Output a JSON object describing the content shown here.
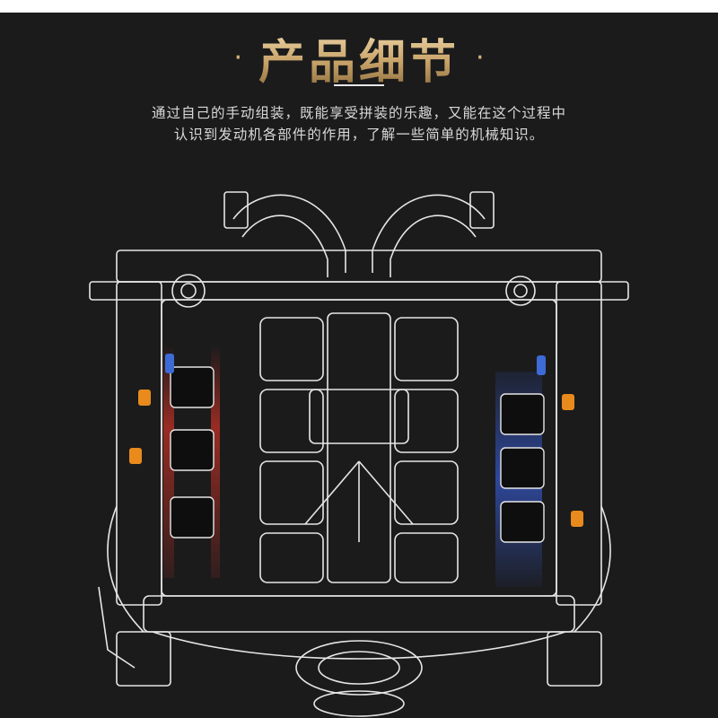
{
  "header": {
    "title": "产品细节",
    "dot_left": "·",
    "dot_right": "·"
  },
  "description": {
    "line1": "通过自己的手动组装，既能享受拼装的乐趣，又能在这个过程中",
    "line2": "认识到发动机各部件的作用，了解一些简单的机械知识。"
  },
  "colors": {
    "background": "#1b1b1c",
    "title_gold": "#c9a46a",
    "line_art": "#e6e6e6",
    "red_glow": "#d23a2a",
    "blue_glow": "#3d6bd6",
    "orange_part": "#e88a1c"
  }
}
